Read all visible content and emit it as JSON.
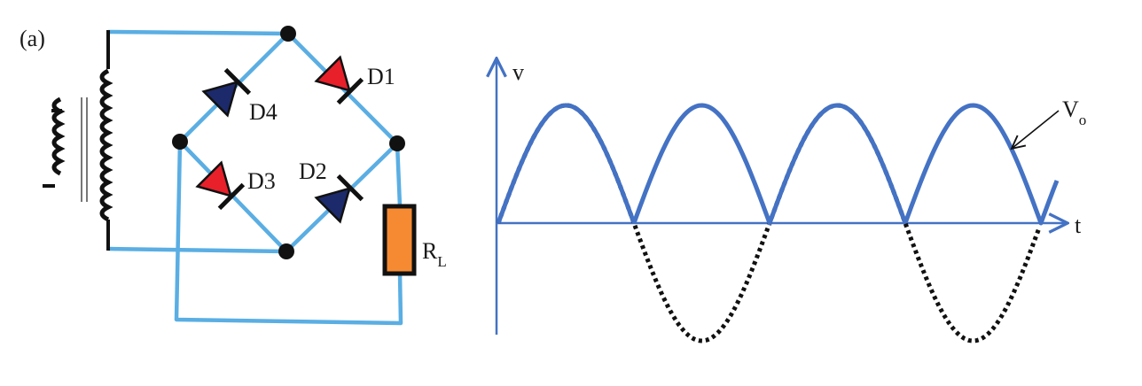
{
  "figure": {
    "panel_label": "(a)"
  },
  "circuit": {
    "diodes": [
      {
        "label": "D1",
        "fill": "#e8202a"
      },
      {
        "label": "D2",
        "fill": "#1c2a6b"
      },
      {
        "label": "D3",
        "fill": "#e8202a"
      },
      {
        "label": "D4",
        "fill": "#1c2a6b"
      }
    ],
    "load": {
      "label": "R",
      "subscript": "L",
      "fill": "#f58a33"
    },
    "wire_color": "#5aaee3"
  },
  "waveform": {
    "y_axis_label": "v",
    "x_axis_label": "t",
    "output_label": "V",
    "output_subscript": "o",
    "axis_color": "#4472c4",
    "output_color": "#4472c4",
    "input_color": "#111111",
    "output_style": "full-wave rectified (|sin|), solid",
    "input_style": "sinusoid, dotted"
  }
}
